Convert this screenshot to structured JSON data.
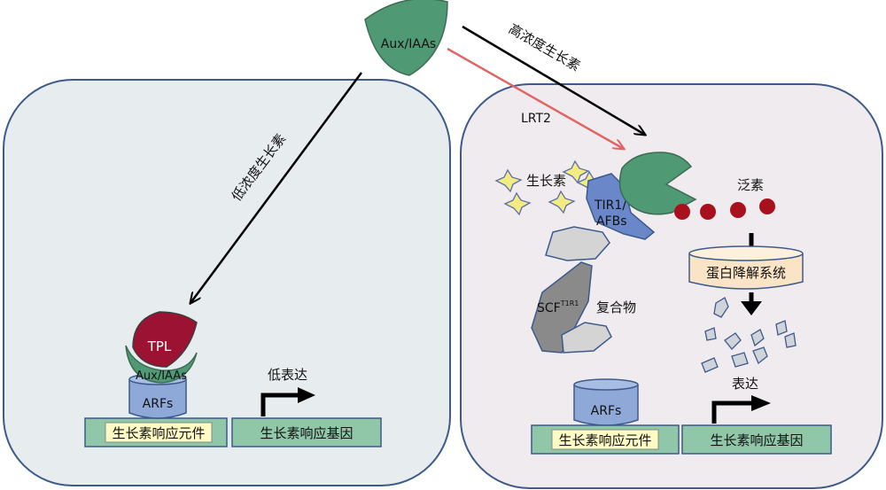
{
  "top": {
    "repressor_label": "Aux/IAAs",
    "low_conc_label": "低浓度生长素",
    "high_conc_label": "高浓度生长素",
    "lrt2_label": "LRT2"
  },
  "left_cell": {
    "tpl_label": "TPL",
    "aux_iaa_label": "Aux/IAAs",
    "arfs_label": "ARFs",
    "element_label": "生长素响应元件",
    "gene_label": "生长素响应基因",
    "expression_label": "低表达"
  },
  "right_cell": {
    "auxin_label": "生长素",
    "receptor_label_line1": "TIR1/",
    "receptor_label_line2": "AFBs",
    "ubiquitin_label": "泛素",
    "proteasome_label": "蛋白降解系统",
    "scf_label": "SCF",
    "scf_superscript": "T1R1",
    "complex_label": "复合物",
    "arfs_label": "ARFs",
    "element_label": "生长素响应元件",
    "gene_label": "生长素响应基因",
    "expression_label": "表达"
  },
  "colors": {
    "cell_left_fill": "#e7ecef",
    "cell_right_fill": "#f0ebee",
    "cell_border": "#3d5a8c",
    "repressor_green": "#4f9a74",
    "tpl_red": "#9c1233",
    "arf_blue": "#8ea8d8",
    "dna_green": "#8fc7a8",
    "element_yellow": "#fffbc4",
    "receptor_blue": "#6a87c9",
    "scf_gray": "#8a8a8a",
    "ubiquitin_red": "#a8101e",
    "proteasome_fill": "#fbe3c6",
    "lrt2_arrow": "#e06666"
  }
}
